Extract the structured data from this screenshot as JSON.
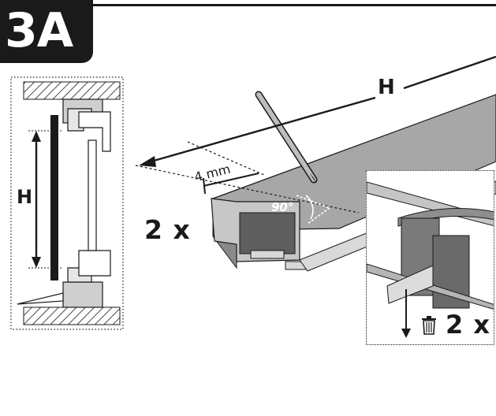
{
  "step": {
    "label": "3A"
  },
  "detail_view": {
    "height_label": "H"
  },
  "main_view": {
    "height_label": "H",
    "offset_label": "4 mm",
    "angle_label": "90°",
    "quantity": "2 x"
  },
  "inset_view": {
    "quantity": "2 x",
    "icon": "trash-icon"
  },
  "colors": {
    "ink": "#1a1a1a",
    "profile_gray": "#9a9a9a",
    "profile_dark": "#6e6e6e",
    "paper": "#ffffff"
  }
}
